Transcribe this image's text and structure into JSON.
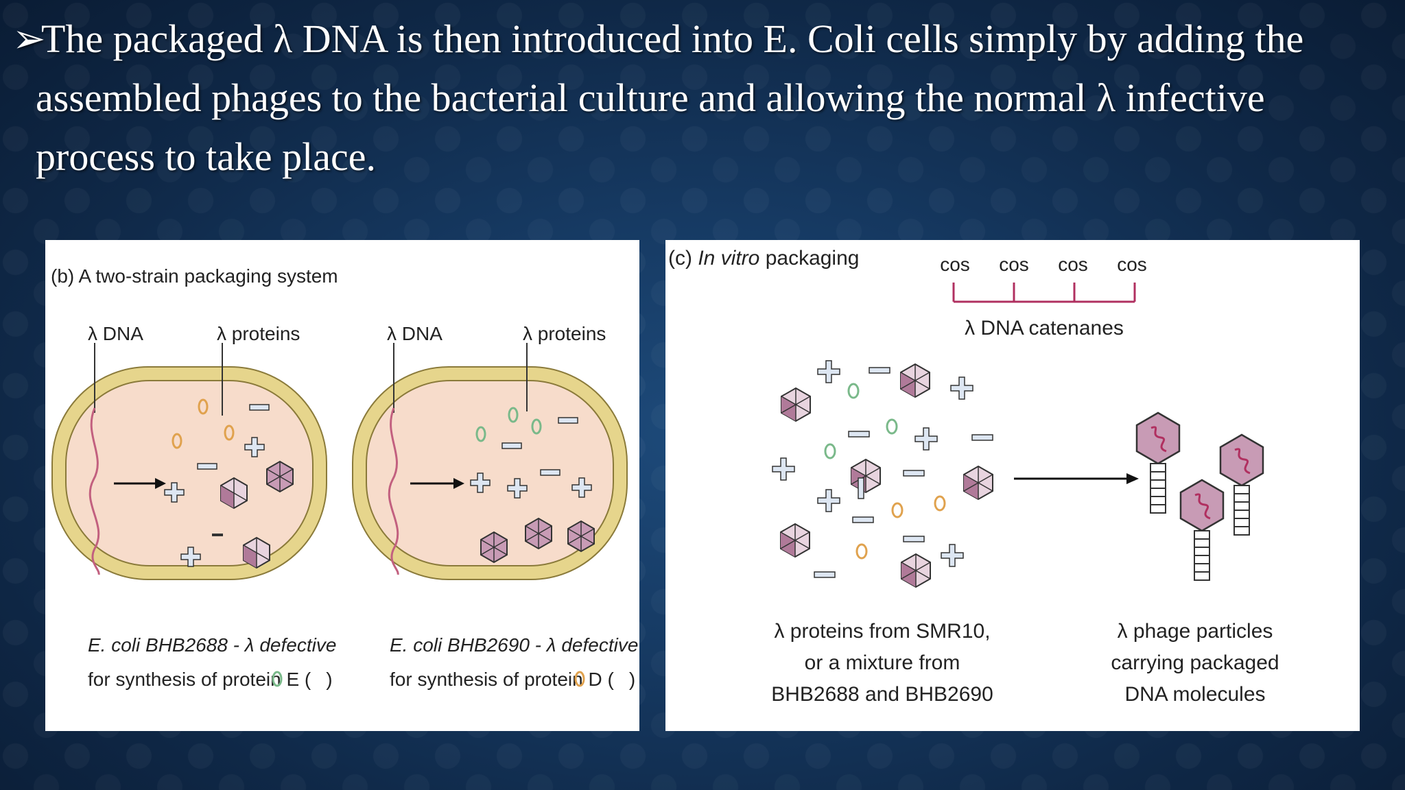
{
  "slide": {
    "marker": "➢",
    "line1": "The packaged λ DNA is then introduced into E. Coli cells simply by adding the",
    "line2": "assembled phages to the bacterial culture and allowing the normal λ infective",
    "line3": "process to take place."
  },
  "panel_b": {
    "title": "(b) A two-strain packaging system",
    "left_cell": {
      "dna_label": "λ DNA",
      "proteins_label": "λ proteins",
      "caption1": "E. coli BHB2688 - λ defective",
      "caption2": "for synthesis of protein E (",
      "caption2_end": ")"
    },
    "right_cell": {
      "dna_label": "λ DNA",
      "proteins_label": "λ proteins",
      "caption1": "E. coli BHB2690 - λ defective",
      "caption2": "for synthesis of protein D (",
      "caption2_end": ")"
    }
  },
  "panel_c": {
    "title_prefix": "(c) ",
    "title_italic": "In vitro",
    "title_suffix": " packaging",
    "cos_labels": [
      "cos",
      "cos",
      "cos",
      "cos"
    ],
    "catenanes_label": "λ DNA catenanes",
    "proteins_caption": [
      "λ proteins from SMR10,",
      "or a mixture from",
      "BHB2688 and BHB2690"
    ],
    "phage_caption": [
      "λ phage particles",
      "carrying packaged",
      "DNA molecules"
    ]
  },
  "colors": {
    "cell_wall": "#e6d58c",
    "cell_fill": "#f7dccb",
    "head": "#c89bb5",
    "plus": "#dde6f2",
    "green_ring": "#7ab98a",
    "orange_ring": "#e0a24e",
    "dna": "#c2607f"
  }
}
